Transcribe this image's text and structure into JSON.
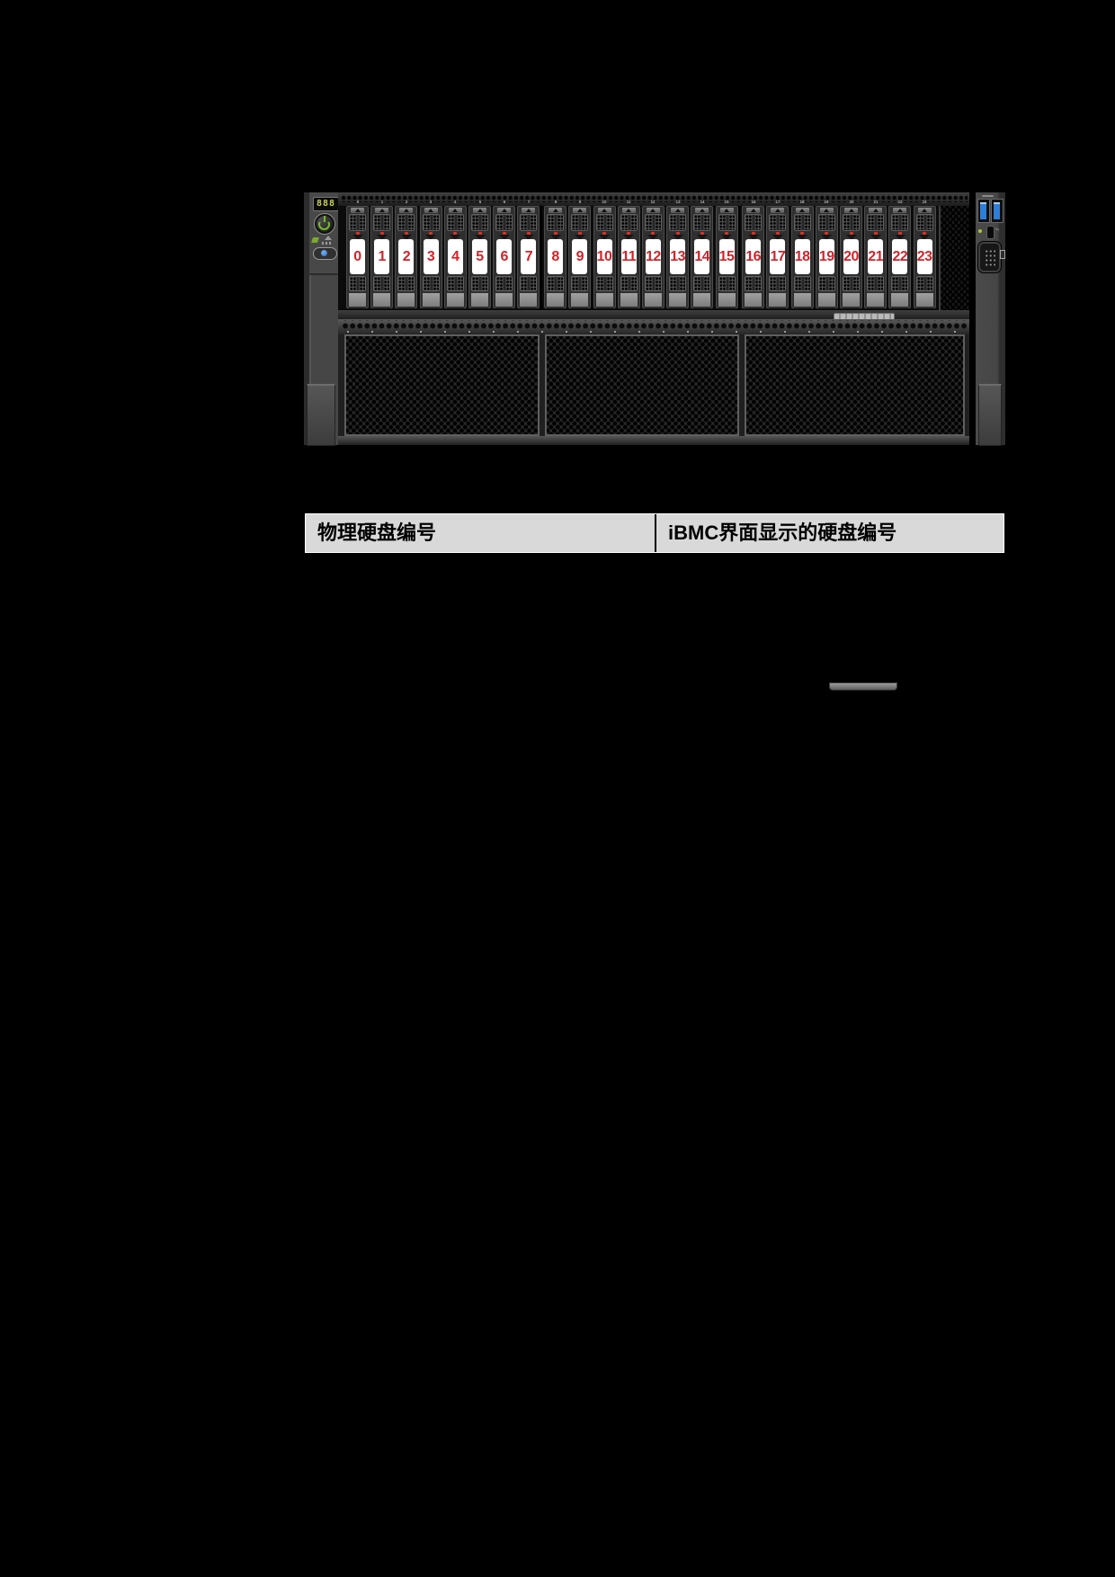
{
  "server_front_view": {
    "led_display_value": "888",
    "drive_bay_numbers": [
      "0",
      "1",
      "2",
      "3",
      "4",
      "5",
      "6",
      "7",
      "8",
      "9",
      "10",
      "11",
      "12",
      "13",
      "14",
      "15",
      "16",
      "17",
      "18",
      "19",
      "20",
      "21",
      "22",
      "23"
    ],
    "bay_groups": 3,
    "bays_per_group": 8,
    "colors": {
      "bay_number_red": "#d2232a",
      "bay_label_bg": "#ffffff",
      "usb_port_blue": "#2e7ed6",
      "power_button_green": "#79b92c",
      "uid_button_blue": "#1f6fd0",
      "led_display_text": "#c6cf58",
      "chassis_gray": "#464646"
    }
  },
  "table": {
    "header": [
      "物理硬盘编号",
      "iBMC界面显示的硬盘编号"
    ],
    "header_bg": "#d9d9d9",
    "header_text_color": "#000000"
  }
}
